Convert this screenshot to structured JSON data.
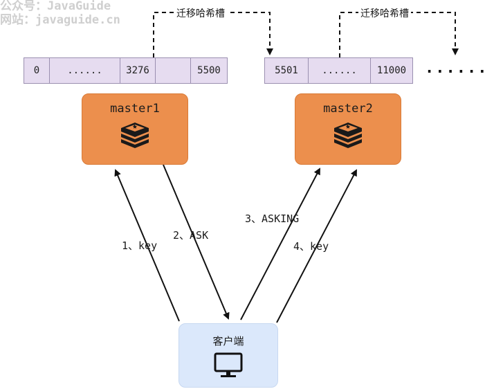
{
  "watermark": {
    "line1": "公众号：JavaGuide",
    "line2": "网站：javaguide.cn"
  },
  "slot_rows": [
    {
      "cells": [
        "0",
        "......",
        "3276",
        "",
        "5500"
      ]
    },
    {
      "cells": [
        "5501",
        "......",
        "11000"
      ]
    }
  ],
  "slot_ellipsis": "......",
  "migration_label": "迁移哈希槽",
  "nodes": [
    {
      "title": "master1",
      "icon": "redis-icon"
    },
    {
      "title": "master2",
      "icon": "redis-icon"
    }
  ],
  "client": {
    "title": "客户端",
    "icon": "monitor-icon"
  },
  "edges": {
    "e1": "1、key",
    "e2": "2、ASK",
    "e3": "3、ASKING",
    "e4": "4、key"
  },
  "colors": {
    "node_fill": "#ec8f4d",
    "slot_fill": "#e6dcf0",
    "client_fill": "#dbe8fb"
  }
}
